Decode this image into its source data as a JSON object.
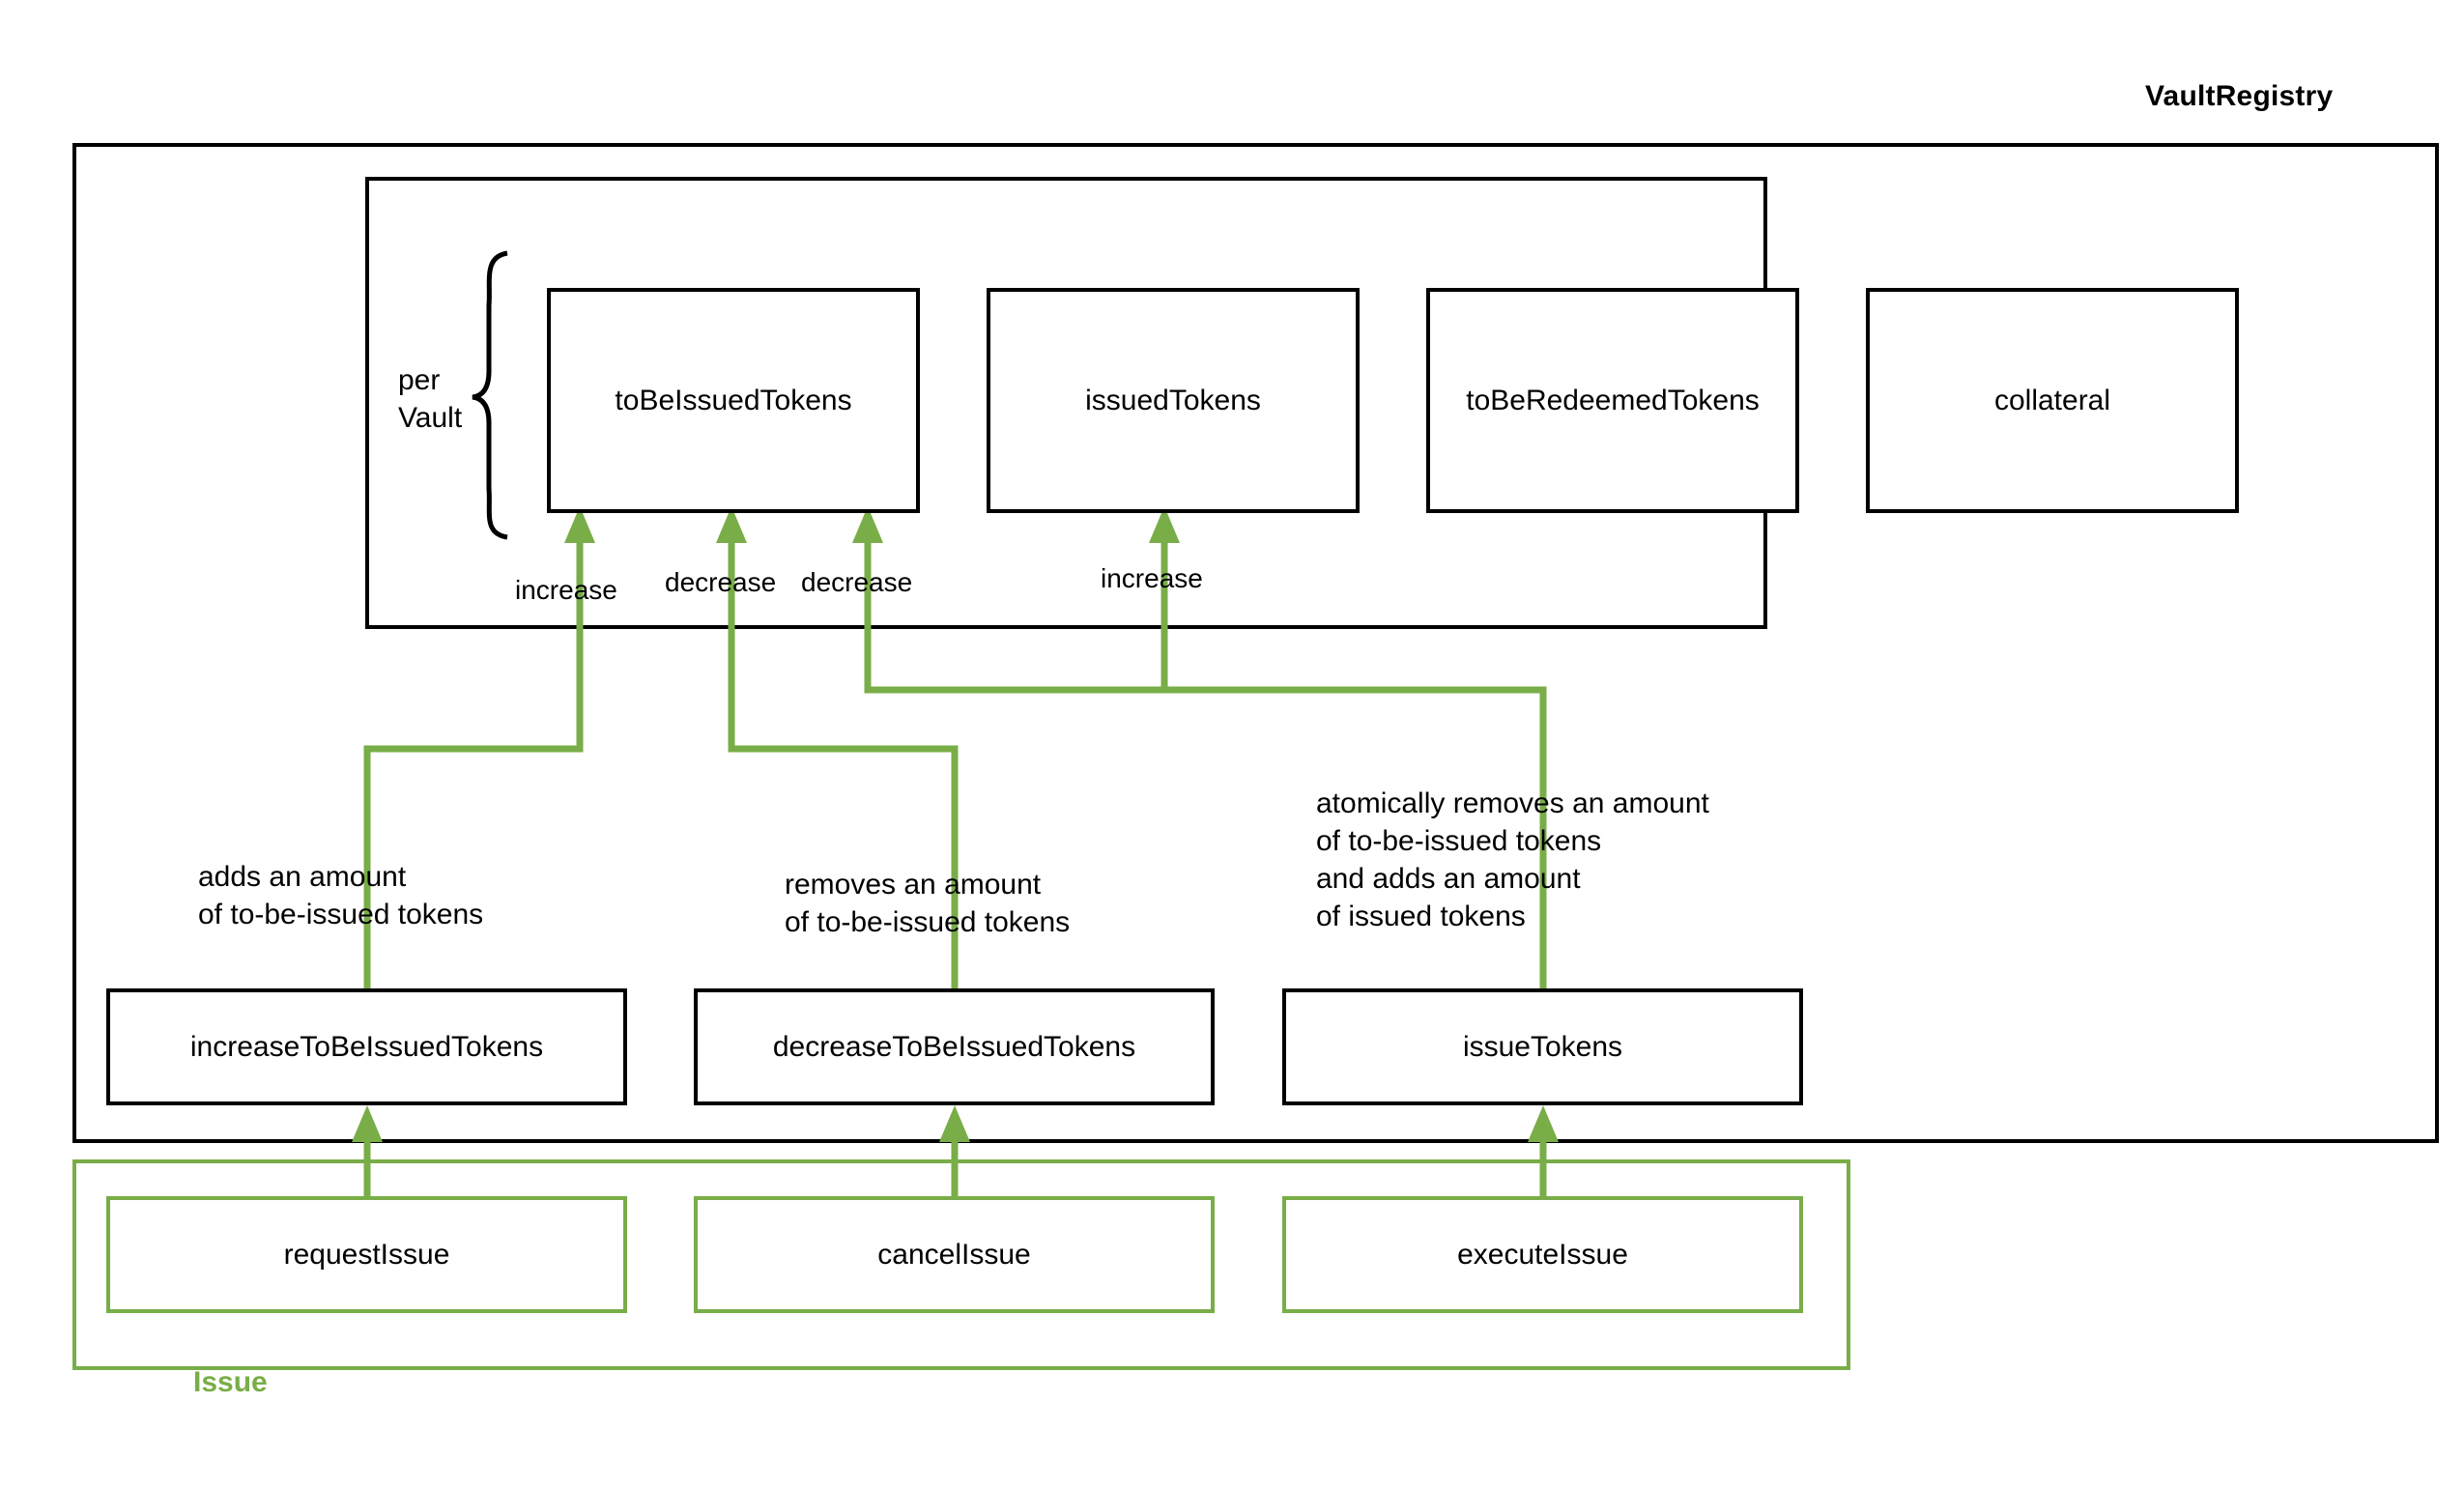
{
  "diagram": {
    "title": "VaultRegistry",
    "bottom_group_label": "Issue",
    "brace_label_line1": "per",
    "brace_label_line2": "Vault",
    "accent_green": "#79AD48",
    "line_black": "#000000"
  },
  "state_boxes": [
    {
      "label": "toBeIssuedTokens"
    },
    {
      "label": "issuedTokens"
    },
    {
      "label": "toBeRedeemedTokens"
    },
    {
      "label": "collateral"
    }
  ],
  "edge_labels": {
    "increase_tobeissued": "increase",
    "decrease_tobeissued_cancel": "decrease",
    "decrease_tobeissued_execute": "decrease",
    "increase_issued": "increase"
  },
  "function_boxes": [
    {
      "label": "increaseToBeIssuedTokens"
    },
    {
      "label": "decreaseToBeIssuedTokens"
    },
    {
      "label": "issueTokens"
    }
  ],
  "function_descriptions": [
    {
      "lines": [
        "adds an amount",
        "of to-be-issued tokens"
      ]
    },
    {
      "lines": [
        "removes an amount",
        "of to-be-issued tokens"
      ]
    },
    {
      "lines": [
        "atomically removes an amount",
        "of to-be-issued tokens",
        "and adds an amount",
        "of issued tokens"
      ]
    }
  ],
  "issue_boxes": [
    {
      "label": "requestIssue"
    },
    {
      "label": "cancelIssue"
    },
    {
      "label": "executeIssue"
    }
  ]
}
